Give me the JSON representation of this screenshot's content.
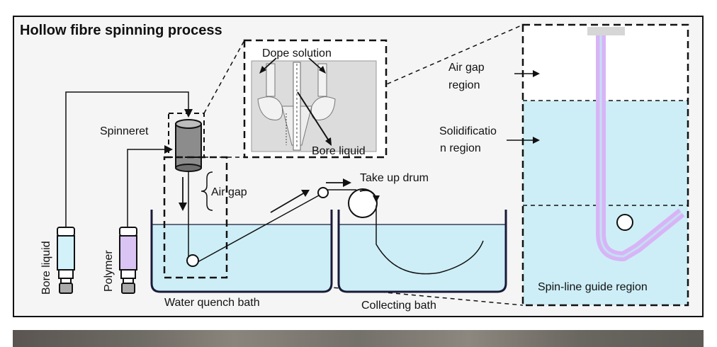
{
  "figure": {
    "title": "Hollow fibre spinning process",
    "labels": {
      "spinneret": "Spinneret",
      "dope_solution": "Dope solution",
      "bore_liquid_inset": "Bore liquid",
      "air_gap": "Air gap",
      "take_up_drum": "Take up drum",
      "water_quench_bath": "Water quench bath",
      "collecting_bath": "Collecting bath",
      "bore_liquid_bottle": "Bore liquid",
      "polymer_bottle": "Polymer",
      "air_gap_region_line1": "Air gap",
      "air_gap_region_line2": "region",
      "solidification_line1": "Solidificatio",
      "solidification_line2": "n region",
      "spin_line_guide_region": "Spin-line guide region"
    },
    "colors": {
      "water": "#cdeef6",
      "bore_liquid": "#d2f1f8",
      "polymer": "#d9c4f4",
      "fibre": "#d8b4f6",
      "spinneret_body": "#888888",
      "inset_background": "#e5e5e5",
      "panel_background": "#f5f5f5"
    }
  }
}
